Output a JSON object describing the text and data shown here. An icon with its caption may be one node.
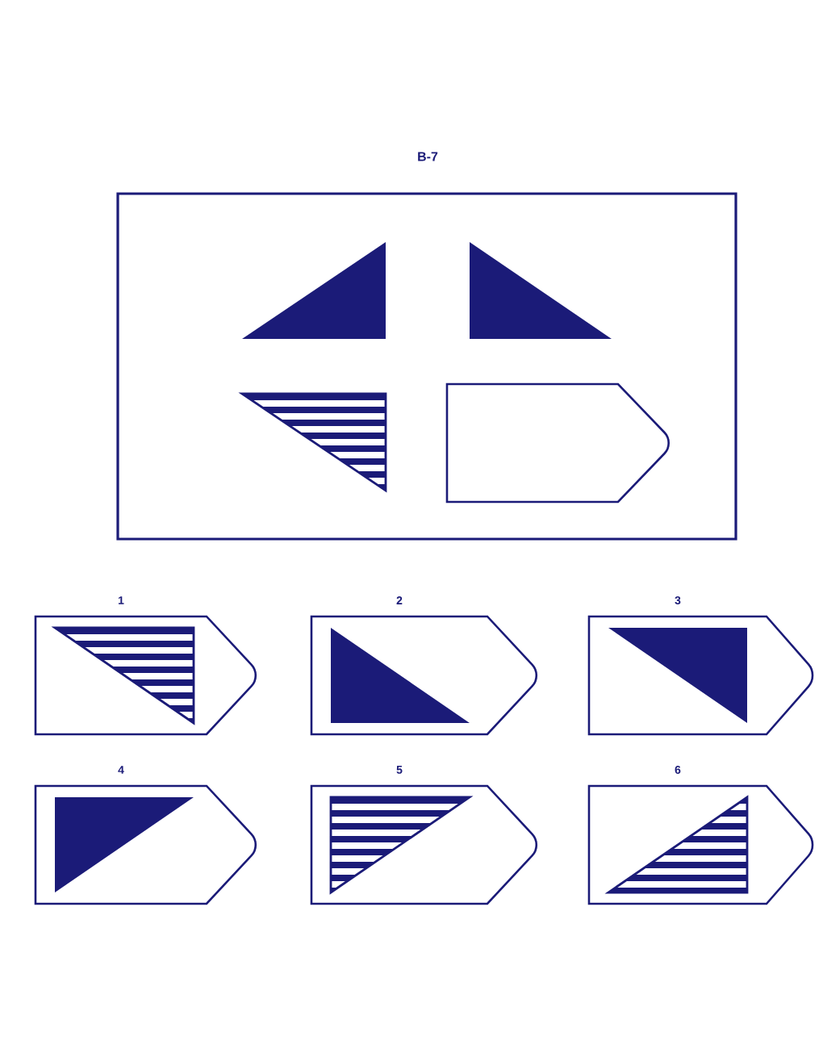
{
  "diagram": {
    "title": "B-7",
    "nodes": [
      {
        "text": [],
        "shape": "box"
      },
      {
        "text": [],
        "shape": "box",
        "in": 0
      },
      {
        "text": [
          "1"
        ]
      },
      {
        "text": [
          "2"
        ]
      },
      {
        "text": [
          "3"
        ]
      },
      {
        "text": [
          "4"
        ]
      },
      {
        "text": [
          "5"
        ]
      },
      {
        "text": [
          "6"
        ]
      }
    ]
  }
}
